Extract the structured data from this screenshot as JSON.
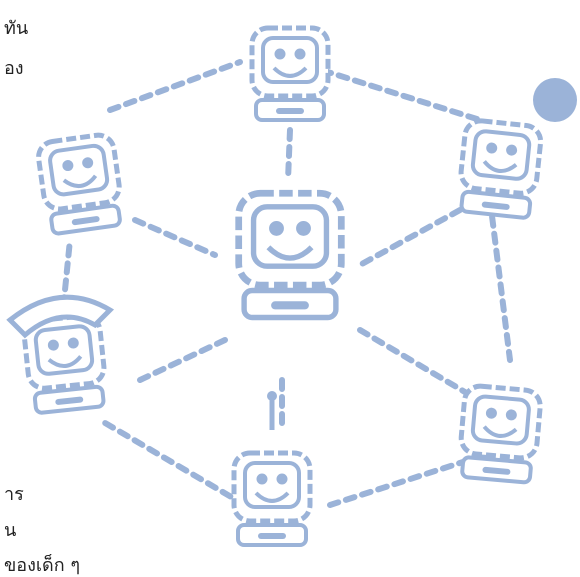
{
  "text_fragments": {
    "top_line_1": "ทัน",
    "top_line_2": "อง",
    "bottom_line_1": "าร",
    "bottom_line_2": "น",
    "bottom_line_3": "ของเด็ก ๆ"
  },
  "illustration": {
    "subject": "network of cartoon computer characters",
    "color": "#9bb3d8",
    "nodes": [
      "computer-top",
      "computer-upper-left",
      "computer-upper-right",
      "computer-center",
      "computer-lower-left",
      "computer-lower-right",
      "computer-bottom"
    ]
  }
}
